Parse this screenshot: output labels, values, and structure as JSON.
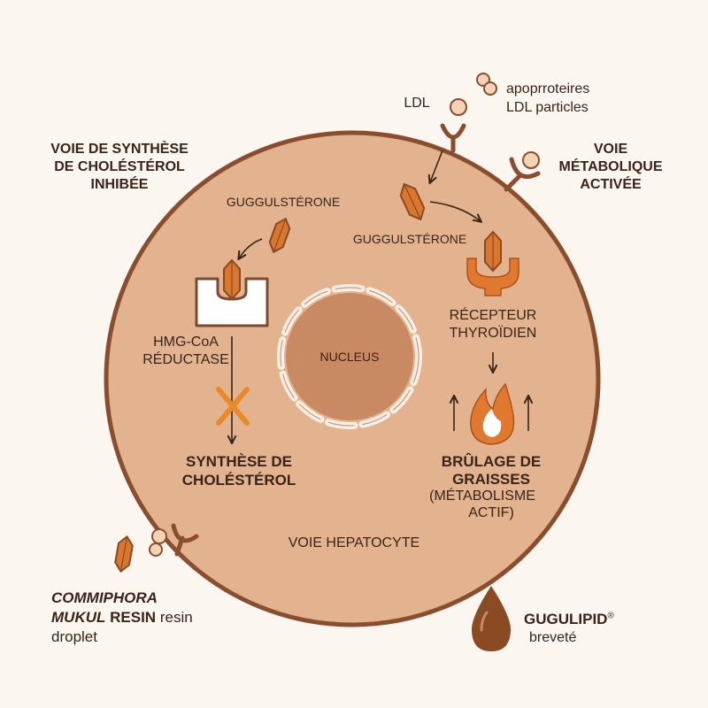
{
  "labels": {
    "ldl": "LDL",
    "apoproteins_1": "apoprroteires",
    "apoproteins_2": "LDL particles",
    "left_pathway_1": "VOIE DE SYNTHÈSE",
    "left_pathway_2": "DE CHOLÉSTÉROL",
    "left_pathway_3": "INHIBÉE",
    "right_pathway_1": "VOIE",
    "right_pathway_2": "MÉTABOLIQUE",
    "right_pathway_3": "ACTIVÉE",
    "guggul_left": "GUGGULSTÉRONE",
    "guggul_right": "GUGGULSTÉRONE",
    "hmg_1": "HMG-CoA",
    "hmg_2": "RÉDUCTASE",
    "nucleus": "NUCLEUS",
    "receptor_1": "RÉCEPTEUR",
    "receptor_2": "THYROÏDIEN",
    "synthesis_1": "SYNTHÈSE DE",
    "synthesis_2": "CHOLÉSTÉROL",
    "fat_1": "BRÛLAGE DE",
    "fat_2": "GRAISSES",
    "fat_3": "(MÉTABOLISME",
    "fat_4": "ACTIF)",
    "hepatocyte": "VOIE HEPATOCYTE",
    "resin_1": "COMMIPHORA",
    "resin_2a": "MUKUL",
    "resin_2b": "RESIN",
    "resin_2c": "resin",
    "resin_3": "droplet",
    "brand": "GUGULIPID",
    "brand_mark": "®",
    "brand_sub": "breveté"
  },
  "colors": {
    "cell_fill": "#e2b38e",
    "cell_border": "#8a4e2f",
    "nucleus_fill": "#c98963",
    "crystal": "#d9772f",
    "crystal_dark": "#8a4a20",
    "receptor": "#e0782e",
    "inhibit_x": "#e98a2a",
    "ink": "#3a2418",
    "droplet": "#8a4a24"
  }
}
